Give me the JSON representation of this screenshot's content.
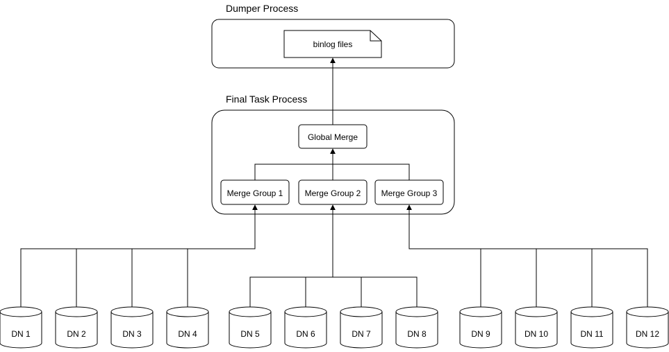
{
  "dumper": {
    "title": "Dumper Process",
    "file_label": "binlog files"
  },
  "final_task": {
    "title": "Final Task Process",
    "global_merge_label": "Global Merge",
    "merge_groups": [
      {
        "label": "Merge Group 1"
      },
      {
        "label": "Merge Group 2"
      },
      {
        "label": "Merge Group 3"
      }
    ]
  },
  "data_nodes": [
    {
      "label": "DN 1"
    },
    {
      "label": "DN 2"
    },
    {
      "label": "DN 3"
    },
    {
      "label": "DN 4"
    },
    {
      "label": "DN 5"
    },
    {
      "label": "DN 6"
    },
    {
      "label": "DN 7"
    },
    {
      "label": "DN 8"
    },
    {
      "label": "DN 9"
    },
    {
      "label": "DN 10"
    },
    {
      "label": "DN 11"
    },
    {
      "label": "DN 12"
    }
  ]
}
